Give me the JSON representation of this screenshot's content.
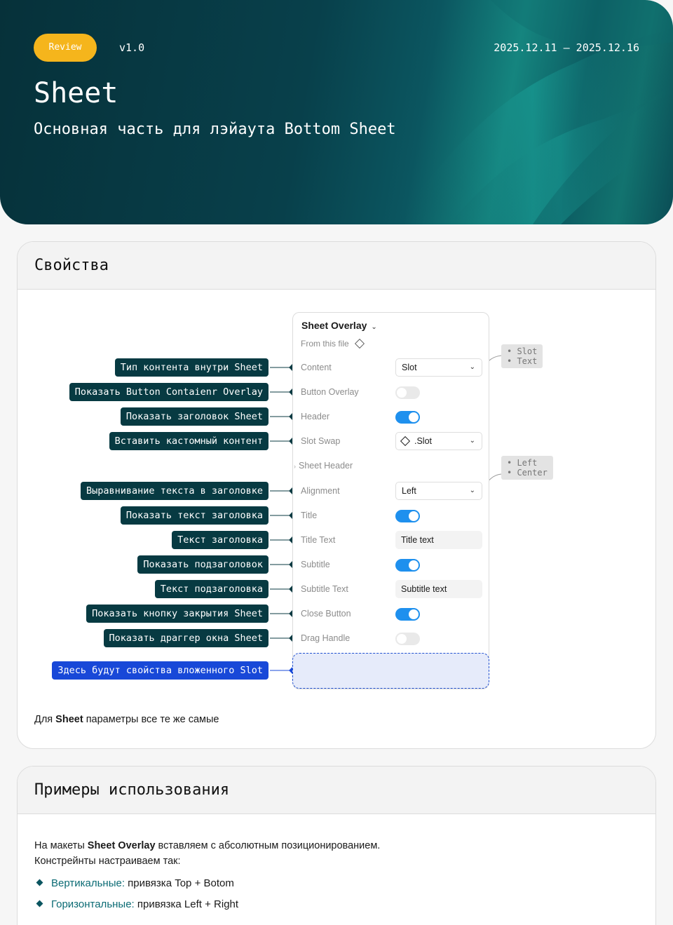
{
  "hero": {
    "badge": "Review",
    "version": "v1.0",
    "dates": "2025.12.11 – 2025.12.16",
    "title": "Sheet",
    "subtitle": "Основная часть для лэйаута Bottom Sheet"
  },
  "properties": {
    "heading": "Свойства",
    "panel": {
      "title": "Sheet Overlay",
      "from": "From this file",
      "content_label": "Content",
      "content_value": "Slot",
      "button_overlay_label": "Button Overlay",
      "button_overlay_on": false,
      "header_label": "Header",
      "header_on": true,
      "slot_swap_label": "Slot Swap",
      "slot_swap_value": ".Slot",
      "sheet_header_label": "Sheet Header",
      "alignment_label": "Alignment",
      "alignment_value": "Left",
      "title_label": "Title",
      "title_on": true,
      "title_text_label": "Title Text",
      "title_text_value": "Title text",
      "subtitle_label": "Subtitle",
      "subtitle_on": true,
      "subtitle_text_label": "Subtitle Text",
      "subtitle_text_value": "Subtitle text",
      "close_button_label": "Close Button",
      "close_button_on": true,
      "drag_handle_label": "Drag Handle",
      "drag_handle_on": false
    },
    "tags": [
      "Тип контента внутри Sheet",
      "Показать Button Contaienr Overlay",
      "Показать заголовок Sheet",
      "Вставить кастомный контент",
      "Выравнивание текста в заголовке",
      "Показать текст заголовка",
      "Текст заголовка",
      "Показать подзаголовок",
      "Текст подзаголовка",
      "Показать кнопку закрытия Sheet",
      "Показать драггер окна Sheet",
      "Здесь будут свойства вложенного Slot"
    ],
    "note_content": [
      "• Slot",
      "• Text"
    ],
    "note_alignment": [
      "• Left",
      "• Center"
    ],
    "footer_prefix": "Для ",
    "footer_bold": "Sheet",
    "footer_suffix": " параметры все те же самые"
  },
  "usage": {
    "heading": "Примеры использования",
    "line1_prefix": "На макеты ",
    "line1_bold": "Sheet Overlay",
    "line1_suffix": " вставляем с абсолютным позиционированием.",
    "line2": "Констрейнты настраиваем так:",
    "bullets": [
      {
        "key": "Вертикальные:",
        "value": " привязка Top + Botom"
      },
      {
        "key": "Горизонтальные:",
        "value": " привязка Left + Right"
      }
    ]
  },
  "colors": {
    "hero_bg": "#073a42",
    "badge": "#f5b51c",
    "tag_bg": "#073a42",
    "tag_blue": "#1848d8",
    "toggle_on": "#1e90ee"
  }
}
